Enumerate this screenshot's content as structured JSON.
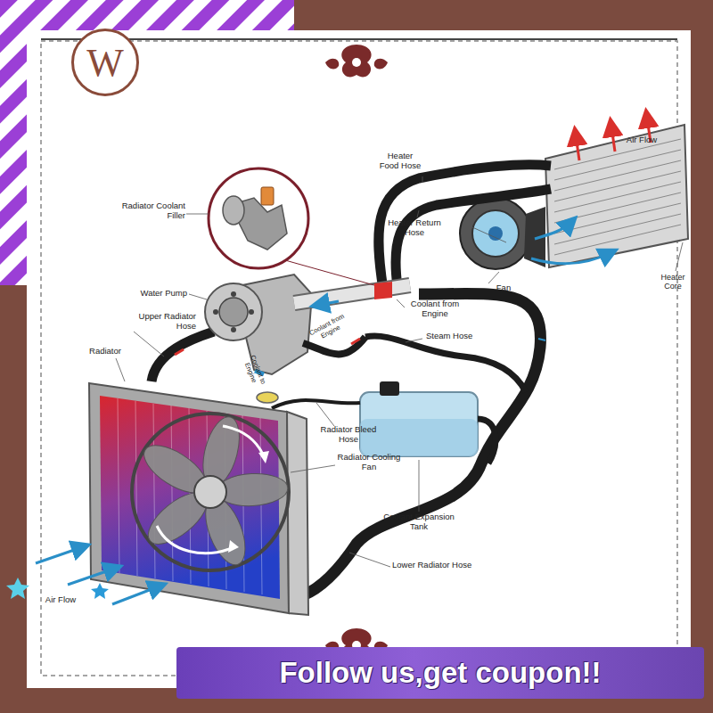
{
  "diagram": {
    "nodes": [
      {
        "text": [
          "W"
        ]
      },
      {
        "text": [
          "Follow us,get coupon!!"
        ]
      }
    ],
    "labels": [
      "Heater Food Hose",
      "Air Flow",
      "Radiator Coolant Filler",
      "Heater Return Hose",
      "Water Pump",
      "Heater Core",
      "Fan",
      "Coolant from Engine",
      "Upper Radiator Hose",
      "Coolant from Engine",
      "Steam Hose",
      "Radiator",
      "Coolant to Engine",
      "Radiator Bleed Hose",
      "Radiator Cooling Fan",
      "Coolant Expansion Tank",
      "Lower Radiator Hose",
      "Air Flow"
    ]
  }
}
